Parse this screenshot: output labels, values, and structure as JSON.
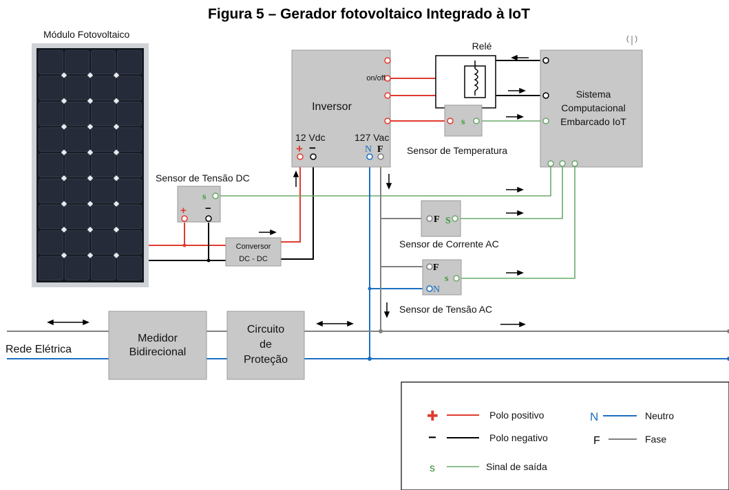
{
  "title": "Figura 5 – Gerador fotovoltaico Integrado à IoT",
  "panel": {
    "label": "Módulo Fotovoltaico"
  },
  "inversor": {
    "label": "Inversor",
    "onoff": "on/off",
    "dc_label": "12 Vdc",
    "ac_label": "127 Vac",
    "pos": "+",
    "neg": "−",
    "n": "N",
    "f": "F"
  },
  "rele": {
    "label": "Relé"
  },
  "sistema": {
    "line1": "Sistema",
    "line2": "Computacional",
    "line3": "Embarcado IoT"
  },
  "sensor_temp": {
    "label": "Sensor de Temperatura",
    "s": "s"
  },
  "sensor_tensao_dc": {
    "label": "Sensor de Tensão DC",
    "s": "s",
    "pos": "+",
    "neg": "−"
  },
  "conversor": {
    "line1": "Conversor",
    "line2": "DC - DC"
  },
  "sensor_corrente_ac": {
    "label": "Sensor de Corrente AC",
    "f": "F",
    "s": "S"
  },
  "sensor_tensao_ac": {
    "label": "Sensor de Tensão AC",
    "f": "F",
    "n": "N",
    "s": "s"
  },
  "medidor": {
    "line1": "Medidor",
    "line2": "Bidirecional"
  },
  "circuito": {
    "line1": "Circuito",
    "line2": "de",
    "line3": "Proteção"
  },
  "rede": {
    "label": "Rede Elétrica"
  },
  "legend": {
    "positive": {
      "symbol": "✚",
      "label": "Polo positivo"
    },
    "negative": {
      "symbol": "−",
      "label": "Polo negativo"
    },
    "signal": {
      "symbol": "s",
      "label": "Sinal de saída"
    },
    "neutral": {
      "symbol": "N",
      "label": "Neutro"
    },
    "phase": {
      "symbol": "F",
      "label": "Fase"
    }
  },
  "colors": {
    "positive": "#e03a2f",
    "negative": "#000000",
    "signal": "#6aa96a",
    "neutral": "#1a6fc2",
    "phase": "#808080",
    "box": "#c8c8c8"
  }
}
